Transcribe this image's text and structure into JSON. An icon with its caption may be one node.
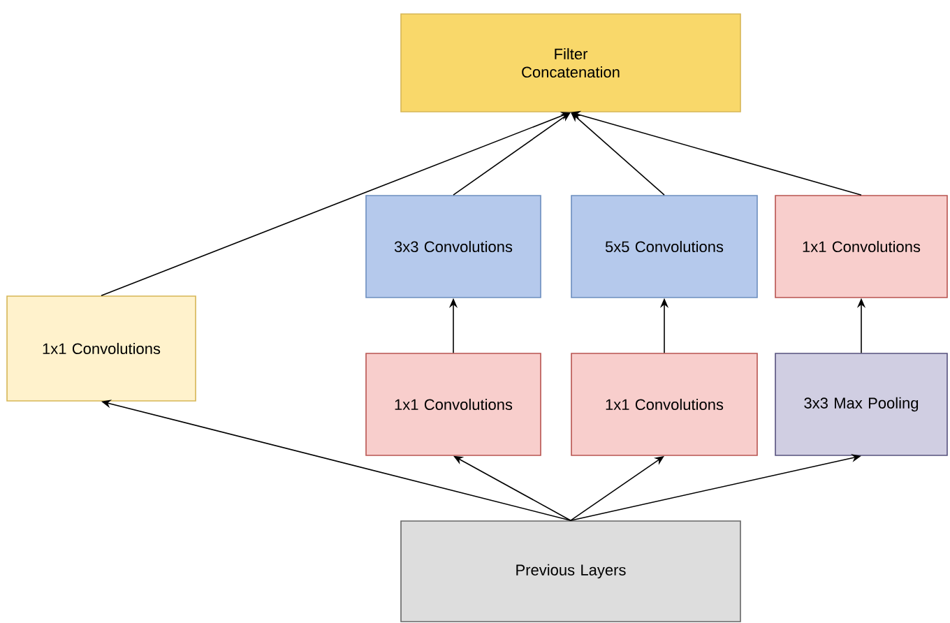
{
  "diagram": {
    "nodes": [
      {
        "text": [
          "Filter Concatenation"
        ]
      },
      {
        "text": [
          "1x1 Convolutions"
        ]
      },
      {
        "text": [
          "3x3 Convolutions"
        ]
      },
      {
        "text": [
          "5x5 Convolutions"
        ]
      },
      {
        "text": [
          "1x1 Convolutions"
        ]
      },
      {
        "text": [
          "1x1 Convolutions"
        ]
      },
      {
        "text": [
          "1x1 Convolutions"
        ]
      },
      {
        "text": [
          "3x3 Max Pooling"
        ]
      },
      {
        "text": [
          "Previous Layers"
        ]
      }
    ],
    "edges": [
      {
        "from": 8,
        "to": 1,
        "arrow": "to"
      },
      {
        "from": 8,
        "to": 5,
        "arrow": "to"
      },
      {
        "from": 8,
        "to": 6,
        "arrow": "to"
      },
      {
        "from": 8,
        "to": 7,
        "arrow": "to"
      },
      {
        "from": 5,
        "to": 2,
        "arrow": "to"
      },
      {
        "from": 6,
        "to": 3,
        "arrow": "to"
      },
      {
        "from": 7,
        "to": 4,
        "arrow": "to"
      },
      {
        "from": 1,
        "to": 0,
        "arrow": "to"
      },
      {
        "from": 2,
        "to": 0,
        "arrow": "to"
      },
      {
        "from": 3,
        "to": 0,
        "arrow": "to"
      },
      {
        "from": 4,
        "to": 0,
        "arrow": "to"
      }
    ]
  }
}
